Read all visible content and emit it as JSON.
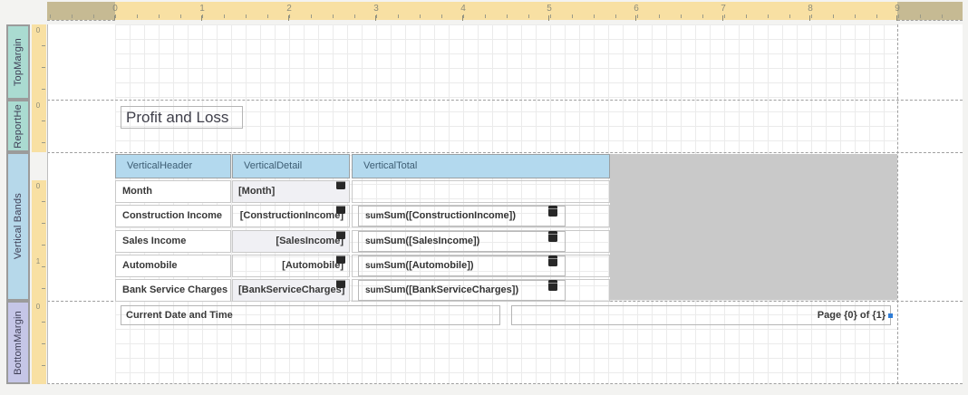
{
  "h_ruler": {
    "numbers": [
      "0",
      "1",
      "2",
      "3",
      "4",
      "5",
      "6",
      "7",
      "8",
      "9"
    ]
  },
  "bands": {
    "top_margin": {
      "label": "TopMargin",
      "ruler_zero": "0"
    },
    "report_header": {
      "label": "ReportHe",
      "ruler_zero": "0"
    },
    "vertical_bands": {
      "label": "Vertical Bands",
      "ruler_zero": "0",
      "ruler_one": "1"
    },
    "bottom_margin": {
      "label": "BottomMargin",
      "ruler_zero": "0"
    }
  },
  "report": {
    "title": "Profit and Loss",
    "table": {
      "headers": [
        "VerticalHeader",
        "VerticalDetail",
        "VerticalTotal"
      ],
      "rows": [
        {
          "header": "Month",
          "detail": "[Month]"
        },
        {
          "header": "Construction Income",
          "detail": "[ConstructionIncome]",
          "total_prefix": "sum",
          "total": "Sum([ConstructionIncome])"
        },
        {
          "header": "Sales Income",
          "detail": "[SalesIncome]",
          "total_prefix": "sum",
          "total": "Sum([SalesIncome])"
        },
        {
          "header": "Automobile",
          "detail": "[Automobile]",
          "total_prefix": "sum",
          "total": "Sum([Automobile])"
        },
        {
          "header": "Bank Service Charges",
          "detail": "[BankServiceCharges]",
          "total_prefix": "sum",
          "total": "Sum([BankServiceCharges])"
        }
      ]
    },
    "footer": {
      "date_time_label": "Current Date and Time",
      "page_info_label": "Page {0} of {1}"
    }
  },
  "colors": {
    "ruler_page": "#f8e0a3",
    "ruler_out_of_page": "#c6ba93",
    "band_margin_teal": "#aadbd1",
    "band_vertical_blue": "#b6d8ea",
    "band_bottom_lavender": "#c5c6e7",
    "table_header_blue": "#b3d9ee",
    "unused_area_gray": "#c9c9c9",
    "cell_alt_background": "#f0f0f4"
  }
}
